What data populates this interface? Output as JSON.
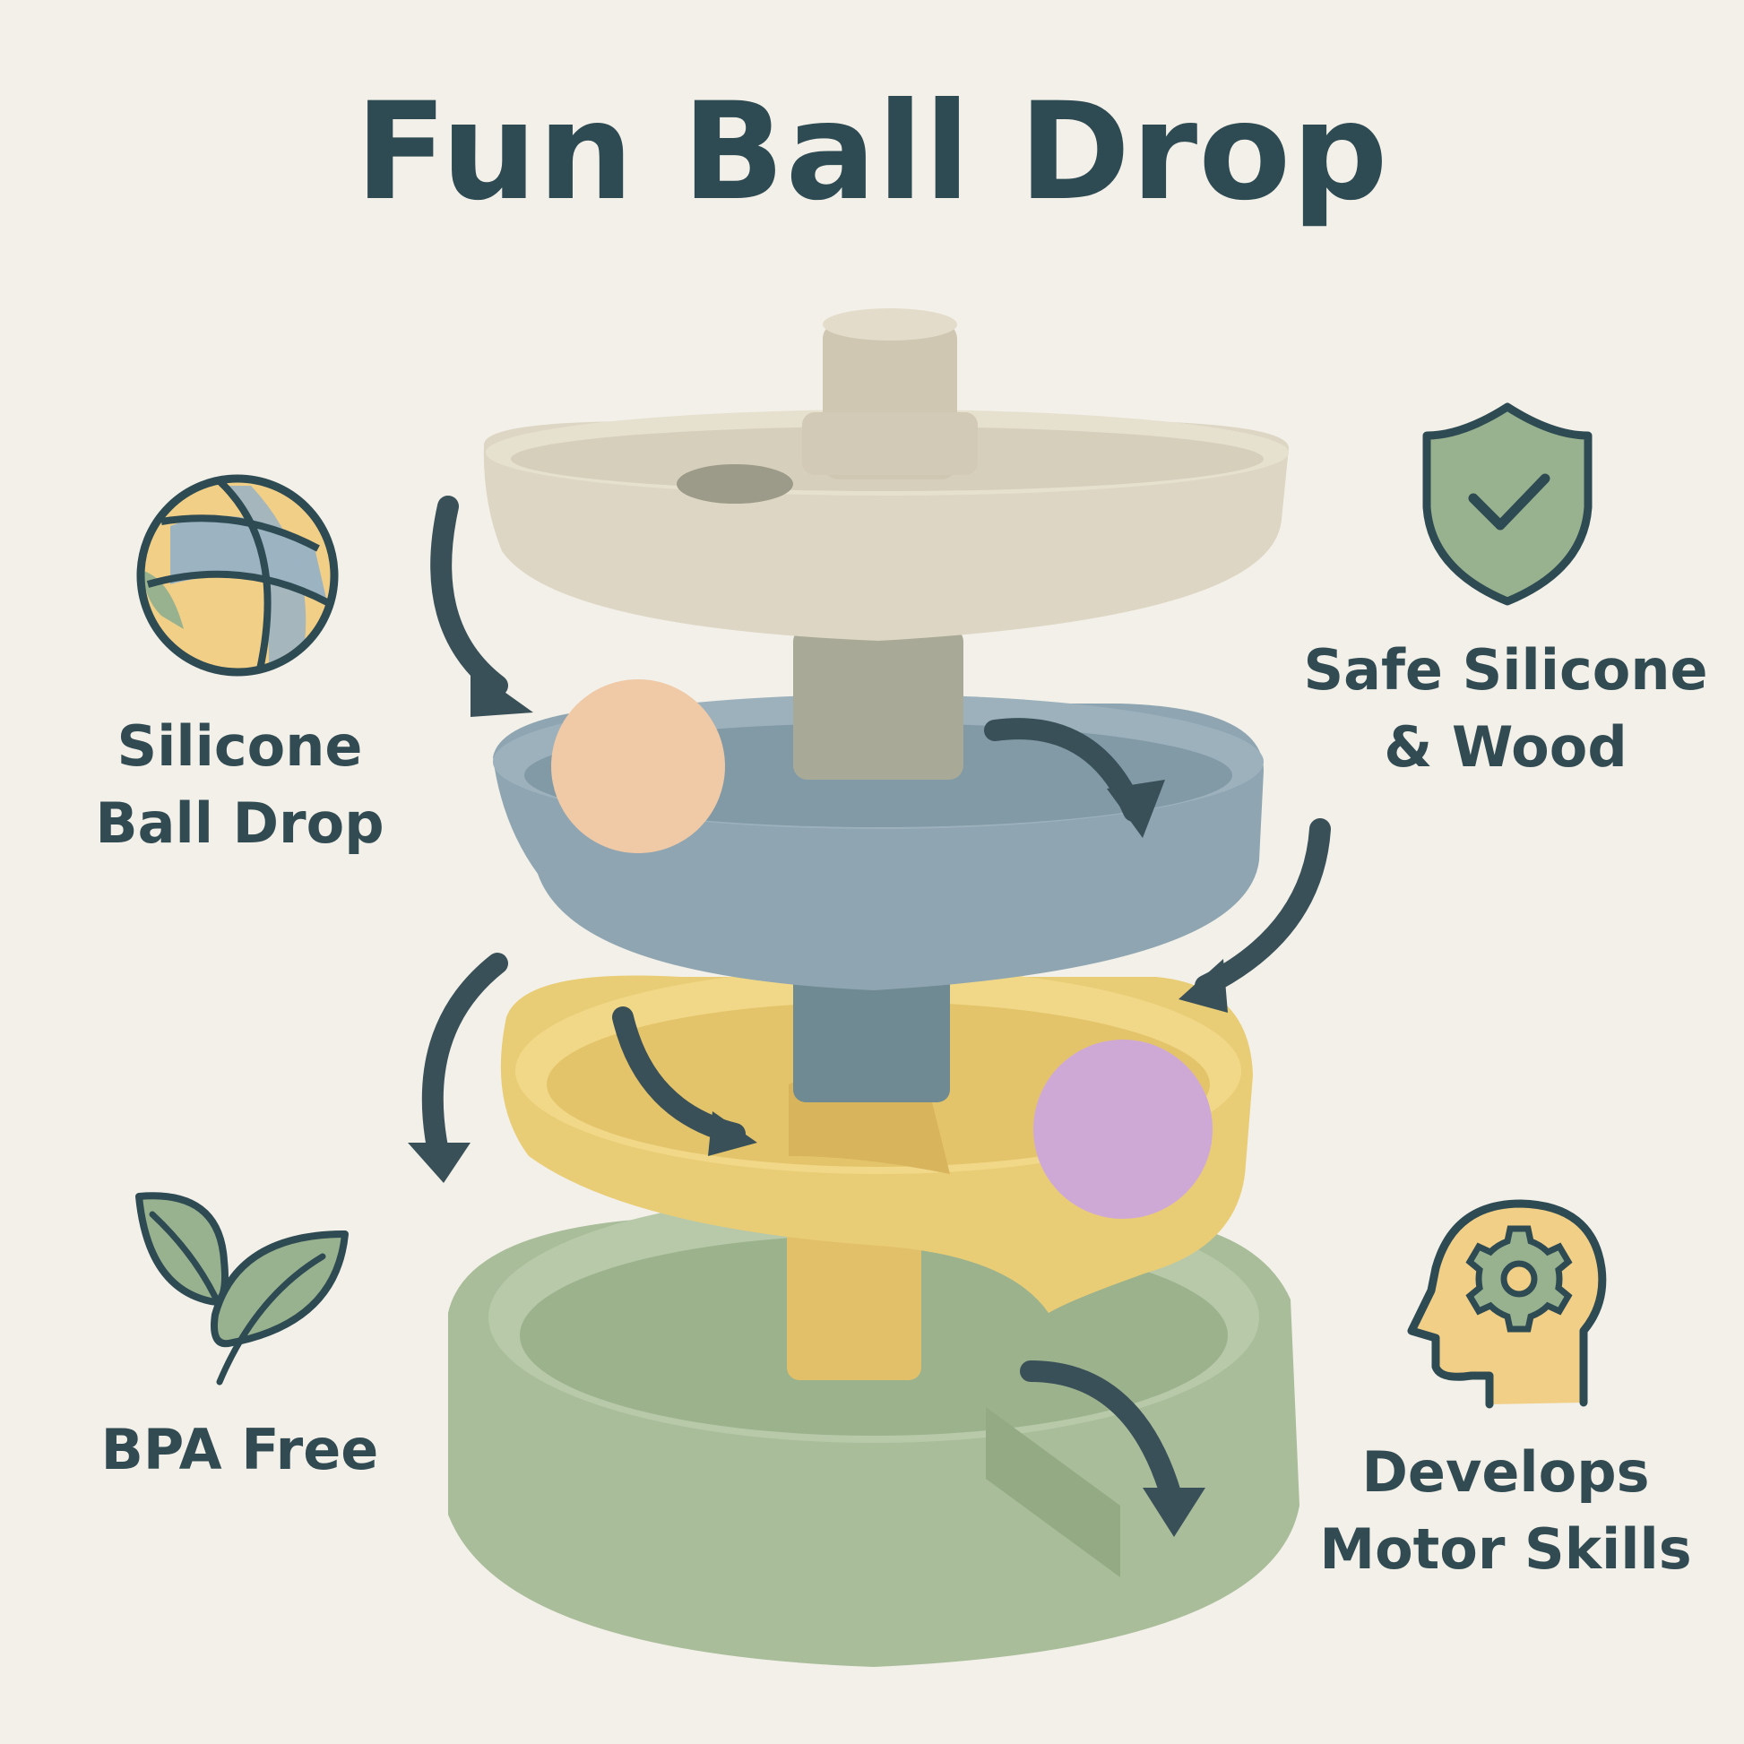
{
  "title": "Fun Ball Drop",
  "features": {
    "ball_drop": {
      "line1": "Silicone",
      "line2": "Ball Drop",
      "icon": "ball-icon"
    },
    "safe_material": {
      "line1": "Safe Silicone",
      "line2": "& Wood",
      "icon": "shield-check-icon"
    },
    "bpa_free": {
      "line1": "BPA Free",
      "icon": "leaves-icon"
    },
    "motor_skills": {
      "line1": "Develops",
      "line2": "Motor Skills",
      "icon": "head-gear-icon"
    }
  },
  "colors": {
    "background": "#f2f0e8",
    "text": "#2e4a52",
    "tier_top": "#ddd6c4",
    "tier_blue": "#8fa6b2",
    "tier_yellow": "#e9cd76",
    "tier_green": "#a9bd9a",
    "ball_peach": "#f0c9a6",
    "ball_lilac": "#cfa9d6",
    "icon_sage": "#98b18e",
    "icon_yellow": "#f1cf87",
    "icon_blue": "#9cb3c2"
  }
}
